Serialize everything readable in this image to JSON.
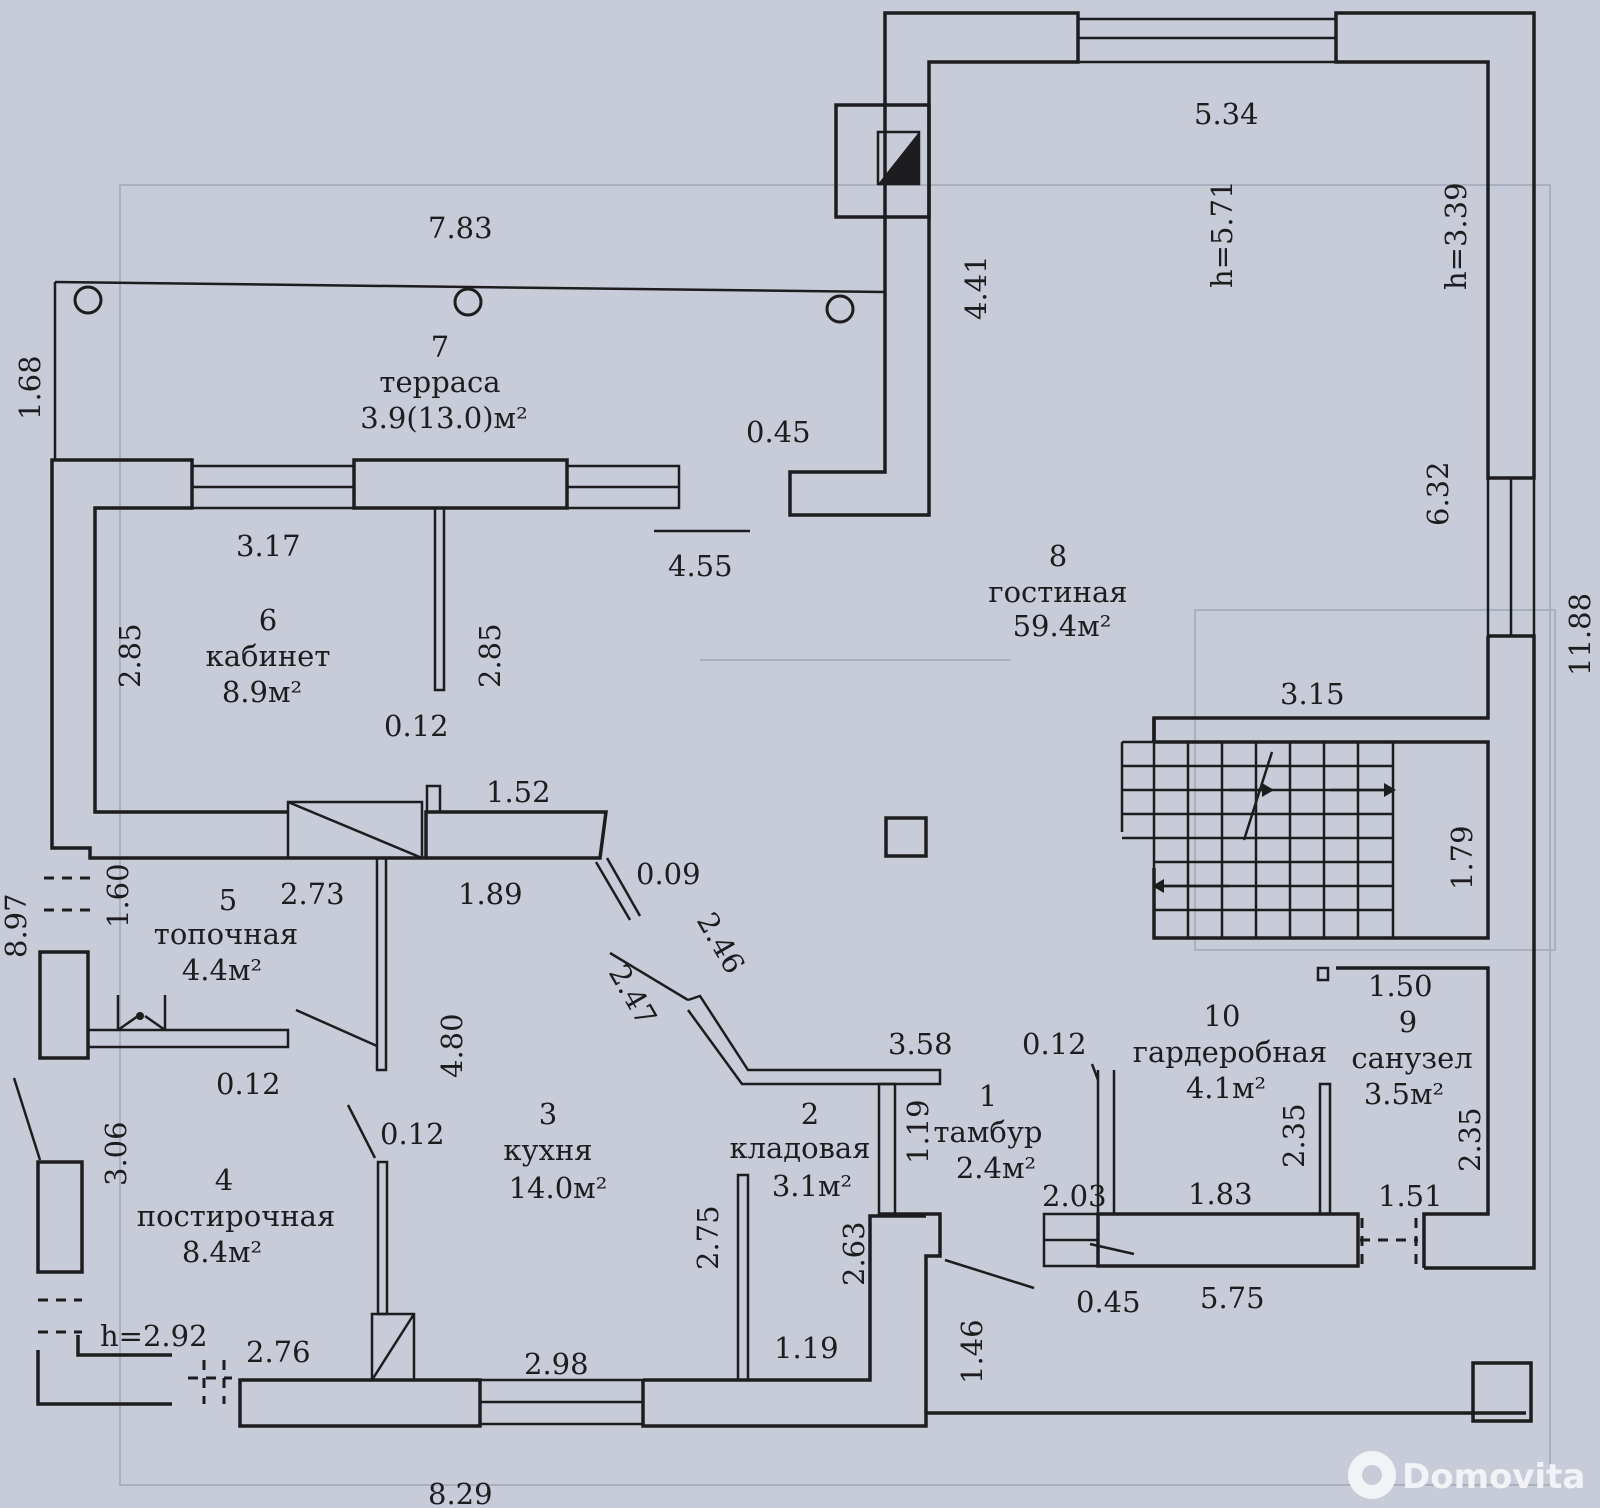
{
  "rooms": {
    "r1": {
      "num": "1",
      "name": "тамбур",
      "area": "2.4м²"
    },
    "r2": {
      "num": "2",
      "name": "кладовая",
      "area": "3.1м²"
    },
    "r3": {
      "num": "3",
      "name": "кухня",
      "area": "14.0м²"
    },
    "r4": {
      "num": "4",
      "name": "постирочная",
      "area": "8.4м²"
    },
    "r5": {
      "num": "5",
      "name": "топочная",
      "area": "4.4м²"
    },
    "r6": {
      "num": "6",
      "name": "кабинет",
      "area": "8.9м²"
    },
    "r7": {
      "num": "7",
      "name": "терраса",
      "area": "3.9(13.0)м²"
    },
    "r8": {
      "num": "8",
      "name": "гостиная",
      "area": "59.4м²"
    },
    "r9": {
      "num": "9",
      "name": "санузел",
      "area": "3.5м²"
    },
    "r10": {
      "num": "10",
      "name": "гардеробная",
      "area": "4.1м²"
    }
  },
  "dims": {
    "d534": "5.34",
    "d571": "h=5.71",
    "d339": "h=3.39",
    "d783": "7.83",
    "d441": "4.41",
    "d168": "1.68",
    "d045a": "0.45",
    "d317": "3.17",
    "d455": "4.55",
    "d632": "6.32",
    "d1188": "11.88",
    "d285a": "2.85",
    "d285b": "2.85",
    "d012a": "0.12",
    "d315": "3.15",
    "d152": "1.52",
    "d179": "1.79",
    "d897": "8.97",
    "d160": "1.60",
    "d273": "2.73",
    "d189": "1.89",
    "d009": "0.09",
    "d246": "2.46",
    "d247": "2.47",
    "d150": "1.50",
    "d012b": "0.12",
    "d480": "4.80",
    "d358": "3.58",
    "d012c": "0.12",
    "d306": "3.06",
    "d012d": "0.12",
    "d119a": "1.19",
    "d235a": "2.35",
    "d235b": "2.35",
    "d275": "2.75",
    "d263": "2.63",
    "d203": "2.03",
    "d183": "1.83",
    "d151": "1.51",
    "d045b": "0.45",
    "d575": "5.75",
    "d292": "h=2.92",
    "d276": "2.76",
    "d298": "2.98",
    "d119b": "1.19",
    "d146": "1.46",
    "d829": "8.29"
  },
  "watermark": {
    "text": "Domovita"
  }
}
